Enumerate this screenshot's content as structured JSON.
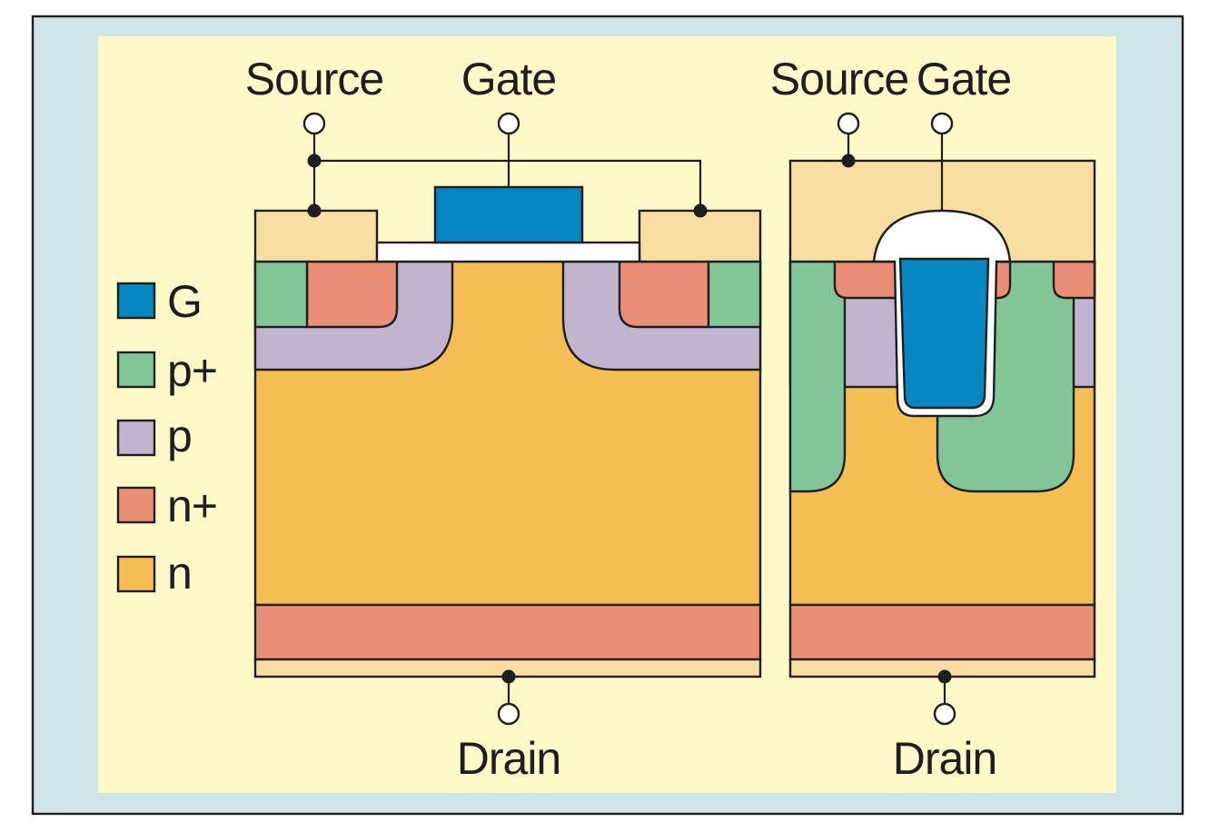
{
  "colors": {
    "frame": "#cfe5e7",
    "panel": "#fff8c8",
    "gate": "#0687c2",
    "p_plus": "#82c596",
    "p": "#c1b4cf",
    "n_plus": "#ea8e75",
    "n": "#f4be55",
    "metal": "#f8dea0",
    "oxide": "#ffffff",
    "line": "#1e1e1e"
  },
  "legend": [
    {
      "label": "G",
      "color_key": "gate"
    },
    {
      "label": "p+",
      "color_key": "p_plus"
    },
    {
      "label": "p",
      "color_key": "p"
    },
    {
      "label": "n+",
      "color_key": "n_plus"
    },
    {
      "label": "n",
      "color_key": "n"
    }
  ],
  "planar": {
    "source_label": "Source",
    "gate_label": "Gate",
    "drain_label": "Drain"
  },
  "trench": {
    "source_label": "Source",
    "gate_label": "Gate",
    "drain_label": "Drain"
  }
}
